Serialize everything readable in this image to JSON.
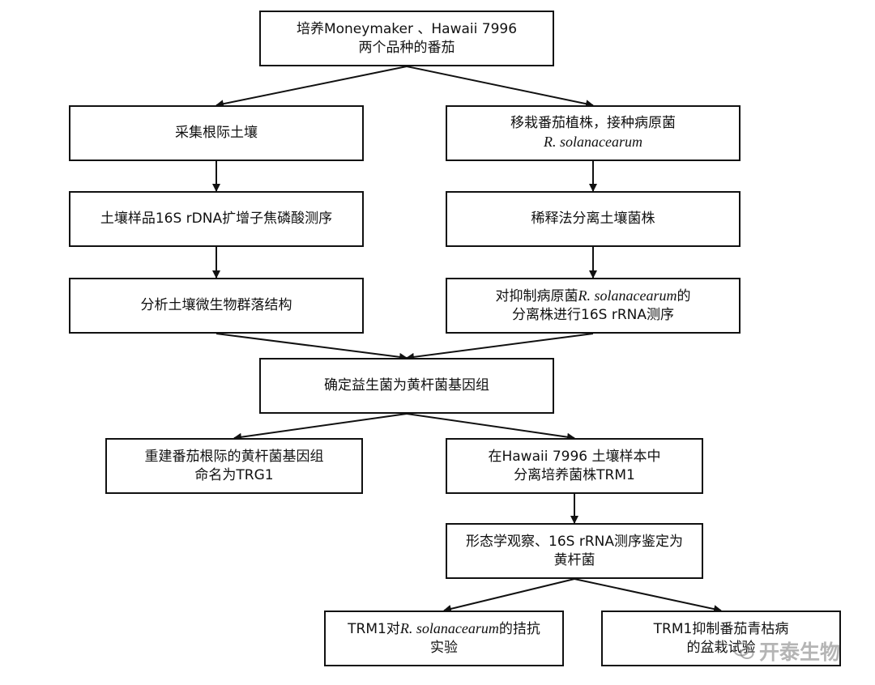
{
  "nodes": {
    "n1": [
      [
        {
          "t": "培养Moneymaker 、Hawaii 7996"
        }
      ],
      [
        {
          "t": "两个品种的番茄"
        }
      ]
    ],
    "n2": [
      [
        {
          "t": "采集根际土壤"
        }
      ]
    ],
    "n3": [
      [
        {
          "t": "移栽番茄植株，接种病原菌"
        }
      ],
      [
        {
          "t": "R. solanacearum",
          "i": true
        }
      ]
    ],
    "n4": [
      [
        {
          "t": "土壤样品16S rDNA扩增子焦磷酸测序"
        }
      ]
    ],
    "n5": [
      [
        {
          "t": "稀释法分离土壤菌株"
        }
      ]
    ],
    "n6": [
      [
        {
          "t": "分析土壤微生物群落结构"
        }
      ]
    ],
    "n7": [
      [
        {
          "t": "对抑制病原菌"
        },
        {
          "t": "R. solanacearum",
          "i": true
        },
        {
          "t": "的"
        }
      ],
      [
        {
          "t": "分离株进行16S rRNA测序"
        }
      ]
    ],
    "n8": [
      [
        {
          "t": "确定益生菌为黄杆菌基因组"
        }
      ]
    ],
    "n9": [
      [
        {
          "t": "重建番茄根际的黄杆菌基因组"
        }
      ],
      [
        {
          "t": "命名为TRG1"
        }
      ]
    ],
    "n10": [
      [
        {
          "t": "在Hawaii 7996 土壤样本中"
        }
      ],
      [
        {
          "t": "分离培养菌株TRM1"
        }
      ]
    ],
    "n11": [
      [
        {
          "t": "形态学观察、16S rRNA测序鉴定为"
        }
      ],
      [
        {
          "t": "黄杆菌"
        }
      ]
    ],
    "n12": [
      [
        {
          "t": "TRM1对"
        },
        {
          "t": "R. solanacearum",
          "i": true
        },
        {
          "t": "的拮抗"
        }
      ],
      [
        {
          "t": "实验"
        }
      ]
    ],
    "n13": [
      [
        {
          "t": "TRM1抑制番茄青枯病"
        }
      ],
      [
        {
          "t": "的盆栽试验"
        }
      ]
    ]
  },
  "watermark": {
    "text": "开泰生物",
    "icon": "wechat-icon"
  },
  "colors": {
    "line": "#111111",
    "background": "#ffffff",
    "watermark": "#8a8a8a"
  }
}
